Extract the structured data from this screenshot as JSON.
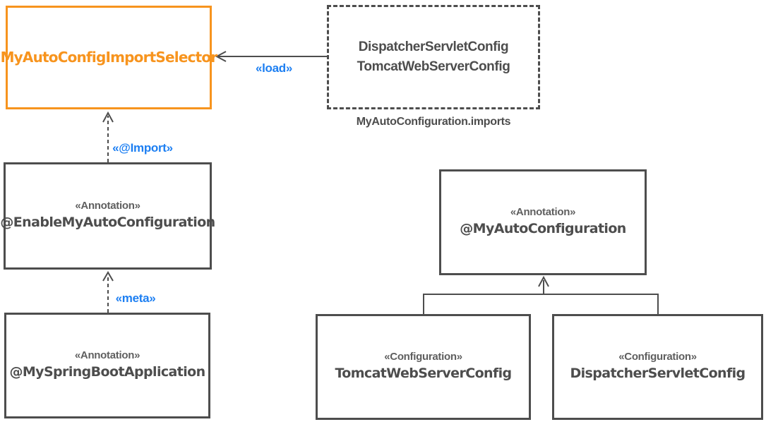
{
  "diagram": {
    "colors": {
      "accent_orange": "#f7941e",
      "edge_label_blue": "#1d7ff2",
      "box_gray": "#4d4d4d"
    },
    "nodes": {
      "selector": {
        "name": "MyAutoConfigImportSelector"
      },
      "imports_file": {
        "lines": [
          "DispatcherServletConfig",
          "TomcatWebServerConfig"
        ],
        "caption": "MyAutoConfiguration.imports"
      },
      "enable": {
        "stereotype": "«Annotation»",
        "name": "@EnableMyAutoConfiguration"
      },
      "springboot": {
        "stereotype": "«Annotation»",
        "name": "@MySpringBootApplication"
      },
      "autoconfig": {
        "stereotype": "«Annotation»",
        "name": "@MyAutoConfiguration"
      },
      "tomcat": {
        "stereotype": "«Configuration»",
        "name": "TomcatWebServerConfig"
      },
      "dispatcher": {
        "stereotype": "«Configuration»",
        "name": "DispatcherServletConfig"
      }
    },
    "edges": {
      "load": {
        "label": "«load»"
      },
      "import": {
        "label": "«@Import»"
      },
      "meta": {
        "label": "«meta»"
      }
    }
  }
}
